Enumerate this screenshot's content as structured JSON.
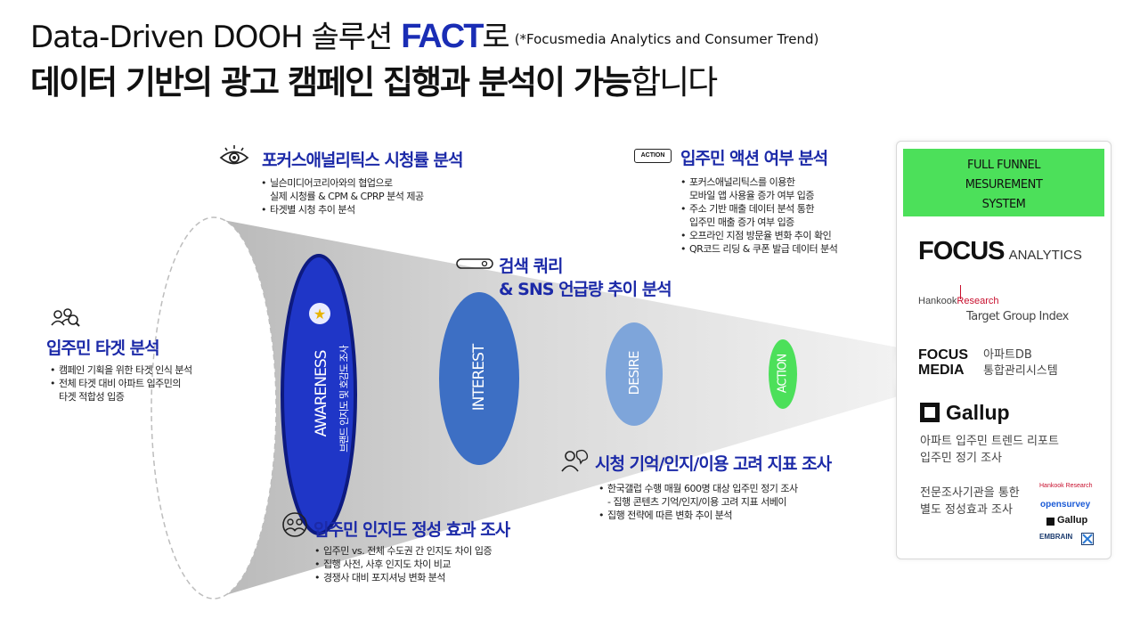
{
  "header": {
    "title_prefix": "Data-Driven DOOH 솔루션 ",
    "brand": "FACT",
    "title_suffix": "로",
    "brand_note": "(*Focusmedia Analytics and Consumer Trend)",
    "subtitle_bold": "데이터 기반의 광고 캠페인 집행과 분석이 가능",
    "subtitle_thin": "합니다"
  },
  "funnel": {
    "stages": [
      {
        "label": "AWARENESS",
        "sub": "브랜드 인지도 및 호감도 조사",
        "color": "#1f36c7"
      },
      {
        "label": "INTEREST",
        "sub": "",
        "color": "#3d6fc4"
      },
      {
        "label": "DESIRE",
        "sub": "",
        "color": "#7ea5da"
      },
      {
        "label": "ACTION",
        "sub": "",
        "color": "#4ce05a"
      }
    ]
  },
  "sections": {
    "target": {
      "title": "입주민 타겟 분석",
      "icon": "people-search-icon",
      "bullets": [
        "캠페인 기획을 위한 타겟 인식 분석",
        "전체 타겟 대비 아파트 입주민의\n타겟 적합성 입증"
      ]
    },
    "viewing": {
      "title": "포커스애널리틱스 시청률 분석",
      "icon": "eye-icon",
      "bullets": [
        "닐슨미디어코리아와의 협업으로\n실제 시청률 & CPM & CPRP 분석 제공",
        "타겟별 시청 추이 분석"
      ]
    },
    "search": {
      "title_line1": "검색 쿼리",
      "title_line2": "& SNS 언급량 추이 분석",
      "icon": "search-bar-icon"
    },
    "action": {
      "title": "입주민 액션 여부 분석",
      "icon": "action-button-icon",
      "icon_text": "ACTION",
      "bullets": [
        "포커스애널리틱스를 이용한\n모바일 앱 사용율 증가 여부 입증",
        "주소 기반 매출 데이터 분석 통한\n입주민 매출 증가 여부 입증",
        "오프라인 지점 방문율 변화 추이 확인",
        "QR코드 리딩 & 쿠폰 발급 데이터 분석"
      ]
    },
    "recall": {
      "title": "시청 기억/인지/이용 고려 지표 조사",
      "icon": "thinking-head-icon",
      "bullets": [
        "한국갤럽 수행 매월 600명 대상 입주민 정기 조사\n- 집행 콘텐츠 기억/인지/이용 고려 지표 서베이",
        "집행 전략에 따른 변화 추이 분석"
      ]
    },
    "awareness_effect": {
      "title": "입주민 인지도 정성 효과 조사",
      "icon": "speech-people-icon",
      "bullets": [
        "입주민 vs. 전체 수도권 간 인지도 차이 입증",
        "집행 사전, 사후 인지도 차이 비교",
        "경쟁사 대비 포지셔닝 변화 분석"
      ]
    }
  },
  "panel": {
    "header_lines": [
      "FULL FUNNEL",
      "MESUREMENT",
      "SYSTEM"
    ],
    "focus_analytics_big": "FOCUS",
    "focus_analytics_small": "ANALYTICS",
    "hankook_name": "Hankook",
    "hankook_research": "Research",
    "target_group_index": "Target Group Index",
    "focus_media_line1": "FOCUS",
    "focus_media_line2": "MEDIA",
    "apt_db_line1": "아파트DB",
    "apt_db_line2": "통합관리시스템",
    "gallup": "Gallup",
    "gallup_desc_line1": "아파트 입주민 트렌드 리포트",
    "gallup_desc_line2": "입주민 정기 조사",
    "pro_line1": "전문조사기관을 통한",
    "pro_line2": "별도 정성효과 조사",
    "logos": [
      "Hankook Research",
      "opensurvey",
      "Gallup",
      "EMBRAIN"
    ],
    "accent": "#4ce05a"
  }
}
